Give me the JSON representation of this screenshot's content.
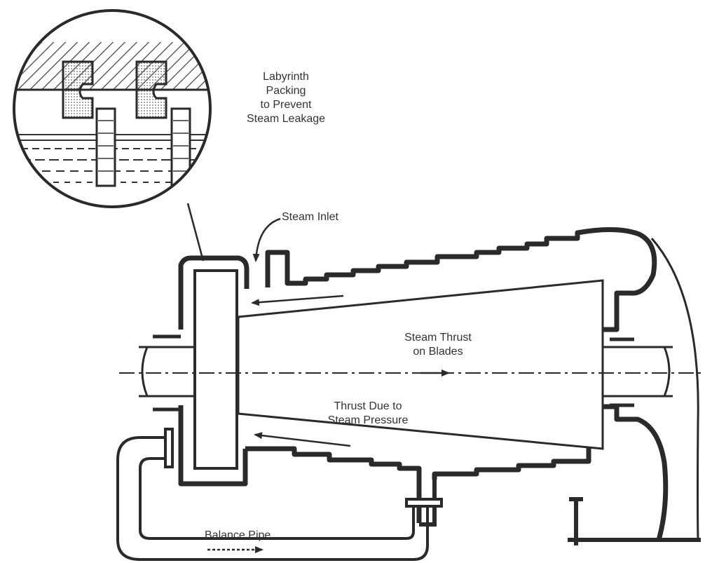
{
  "labels": {
    "labyrinth": [
      "Labyrinth",
      "Packing",
      "to Prevent",
      "Steam Leakage"
    ],
    "steam_inlet": "Steam Inlet",
    "steam_thrust": [
      "Steam Thrust",
      "on Blades"
    ],
    "thrust_pressure": [
      "Thrust Due to",
      "Steam Pressure"
    ],
    "balance_pipe": "Balance Pipe"
  },
  "colors": {
    "line": "#2a2a2a",
    "hatch": "#444444",
    "background": "#ffffff"
  }
}
